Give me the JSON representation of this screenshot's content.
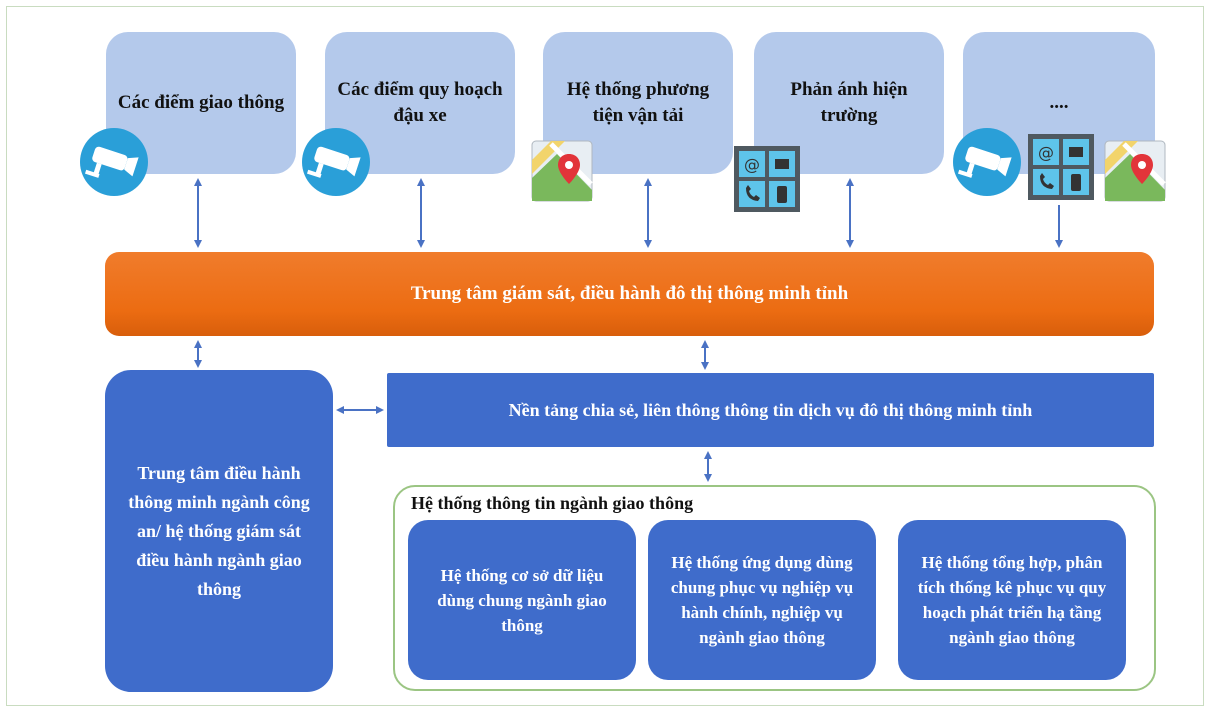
{
  "top_boxes": [
    "Các điểm giao thông",
    "Các điểm quy hoạch đậu xe",
    "Hệ thống phương tiện vận tải",
    "Phản ánh hiện trường",
    "...."
  ],
  "center": {
    "hub": "Trung tâm giám sát, điều hành đô thị thông minh tỉnh",
    "platform": "Nền tảng chia sẻ, liên thông thông tin dịch vụ đô thị thông minh tỉnh",
    "left_center": "Trung tâm điều hành thông minh ngành công an/ hệ thống giám sát điều hành ngành giao thông"
  },
  "group": {
    "title": "Hệ thống thông tin ngành giao thông",
    "items": [
      "Hệ thống cơ sở dữ liệu dùng chung ngành giao thông",
      "Hệ thống ứng dụng dùng chung phục vụ nghiệp vụ hành chính, nghiệp vụ ngành giao thông",
      "Hệ thống tổng hợp, phân tích thống kê phục vụ quy hoạch phát triển hạ tầng ngành giao thông"
    ]
  },
  "colors": {
    "top_box": "#b4c9eb",
    "blue_box": "#3f6ccb",
    "hub_orange": "#ec6c12",
    "arrow": "#4a72c4",
    "group_border": "#9bc583"
  },
  "icons": [
    "cctv-camera-icon",
    "map-pin-icon",
    "contact-grid-icon"
  ]
}
